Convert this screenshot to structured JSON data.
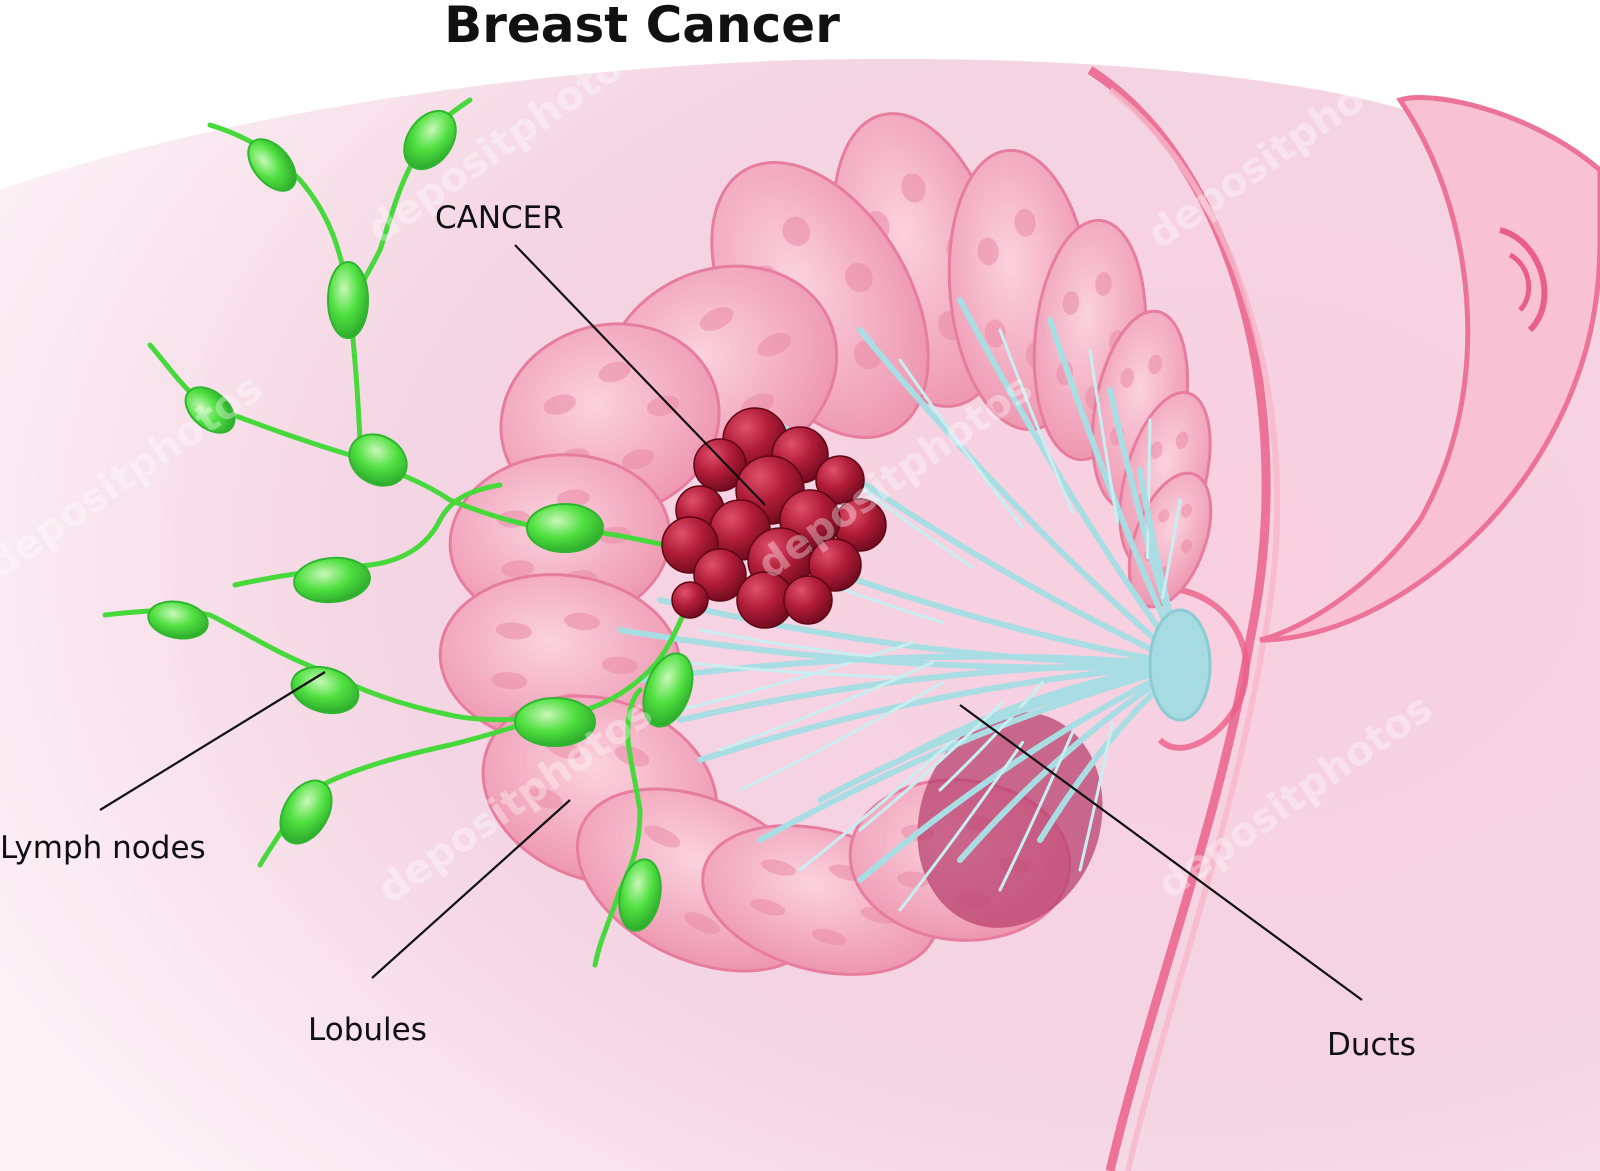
{
  "title": "Breast Cancer",
  "labels": {
    "cancer": "CANCER",
    "lymph_nodes": "Lymph nodes",
    "lobules": "Lobules",
    "ducts": "Ducts"
  },
  "watermark": "depositphotos",
  "colors": {
    "skin": "#f7c4d6",
    "skin_edge": "#ea6f94",
    "lobule": "#f3a9c0",
    "duct": "#b8e2e8",
    "lymph": "#3fd83a",
    "tumor": "#a3162e"
  }
}
